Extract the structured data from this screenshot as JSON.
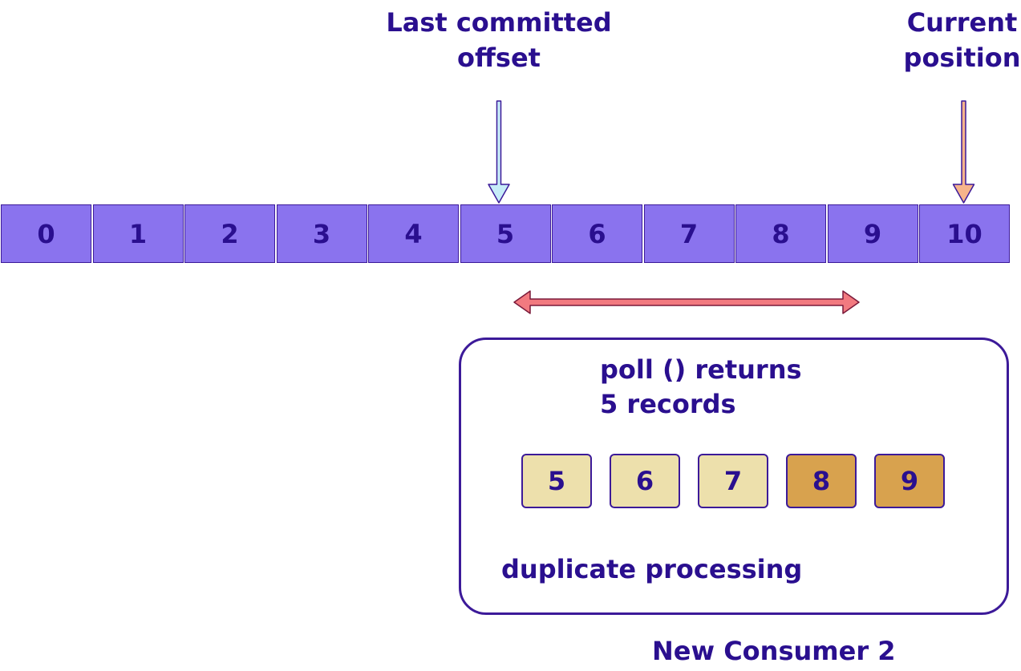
{
  "labels": {
    "committed_line1": "Last committed",
    "committed_line2": "offset",
    "current_line1": "Current",
    "current_line2": "position"
  },
  "log": {
    "offsets": [
      "0",
      "1",
      "2",
      "3",
      "4",
      "5",
      "6",
      "7",
      "8",
      "9",
      "10"
    ]
  },
  "consumer": {
    "poll_line1": "poll () returns",
    "poll_line2": "5 records",
    "records": [
      "5",
      "6",
      "7",
      "8",
      "9"
    ],
    "duplicate_label": "duplicate processing",
    "name": "New Consumer 2"
  },
  "colors": {
    "text": "#2a0f8f",
    "log_cell": "#8a73ee",
    "committed_arrow": "#c6ecf8",
    "current_arrow": "#f7b48a",
    "range_arrow": "#f27a80",
    "record_pending": "#ede0ac",
    "record_new": "#d8a24e"
  }
}
